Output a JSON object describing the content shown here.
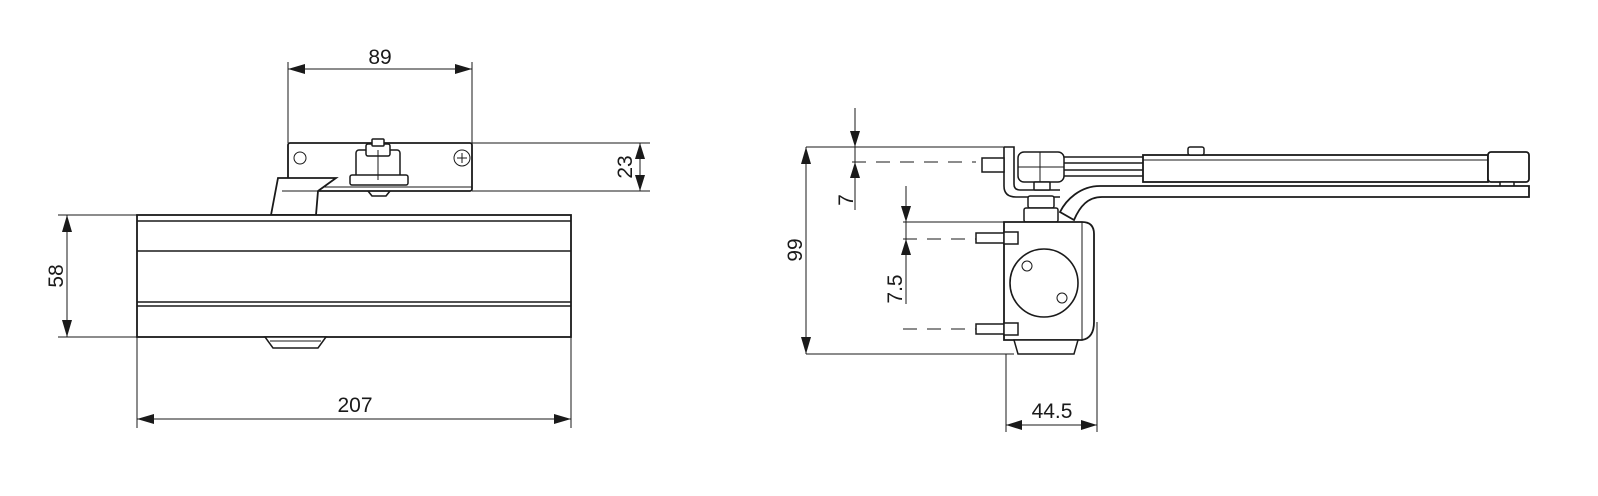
{
  "front_view": {
    "dim_bracket_width": "89",
    "dim_bracket_height": "23",
    "dim_body_height": "58",
    "dim_body_length": "207"
  },
  "side_view": {
    "dim_top_offset": "7",
    "dim_total_height": "99",
    "dim_mid_offset": "7.5",
    "dim_body_depth": "44.5"
  }
}
